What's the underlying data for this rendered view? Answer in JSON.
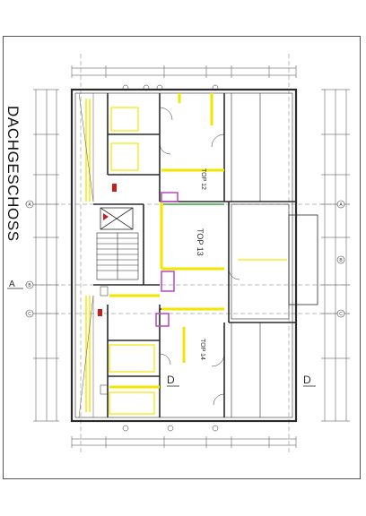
{
  "drawing": {
    "floor_title": "DACHGESCHOSS",
    "unit_labels": [
      {
        "id": "top13",
        "text": "TOP 13"
      },
      {
        "id": "top_upper",
        "text": "TOP 12"
      },
      {
        "id": "top_lower",
        "text": "TOP 14"
      }
    ],
    "section_markers": [
      {
        "id": "a_left",
        "text": "A"
      },
      {
        "id": "d_center",
        "text": "D"
      },
      {
        "id": "d_right",
        "text": "D"
      }
    ],
    "axis_markers": [
      "A",
      "B",
      "C",
      "A",
      "B",
      "C"
    ],
    "colors": {
      "walls": "#2b2b2b",
      "highlight": "#f2e600",
      "magenta": "#c04fc8",
      "red": "#c81d1d",
      "green": "#3aa33a",
      "dimension": "#444444"
    }
  }
}
